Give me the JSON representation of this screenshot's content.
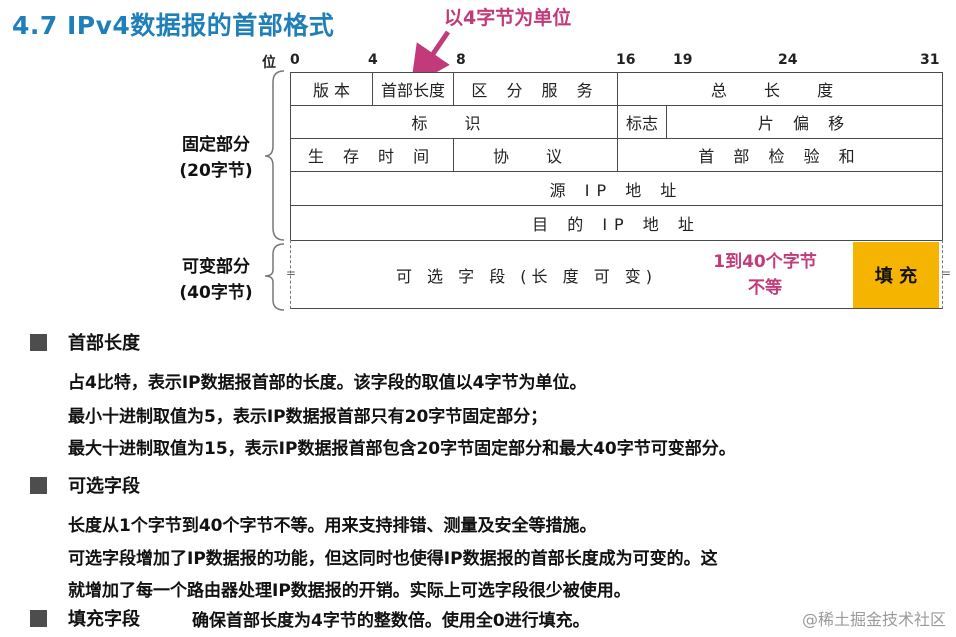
{
  "title": "4.7 IPv4数据报的首部格式",
  "callout": "以4字节为单位",
  "bit_axis": {
    "unit": "位",
    "marks": [
      "0",
      "4",
      "8",
      "16",
      "19",
      "24",
      "31"
    ]
  },
  "header_rows": {
    "row1": [
      "版 本",
      "首部长度",
      "区 分 服 务",
      "总 长 度"
    ],
    "row2": [
      "标 识",
      "标志",
      "片 偏 移"
    ],
    "row3": [
      "生 存 时 间",
      "协 议",
      "首 部 检 验 和"
    ],
    "row4": "源 IP 地 址",
    "row5": "目 的 IP 地 址",
    "row6": {
      "options": "可 选 字 段 (长 度 可 变)",
      "padding": "填 充"
    }
  },
  "side_labels": {
    "fixed": [
      "固定部分",
      "(20字节)"
    ],
    "variable": [
      "可变部分",
      "(40字节)"
    ]
  },
  "options_note": [
    "1到40个字节",
    "不等"
  ],
  "sections": [
    {
      "heading": "首部长度",
      "lines": [
        "占4比特，表示IP数据报首部的长度。该字段的取值以4字节为单位。",
        "最小十进制取值为5，表示IP数据报首部只有20字节固定部分；",
        "最大十进制取值为15，表示IP数据报首部包含20字节固定部分和最大40字节可变部分。"
      ]
    },
    {
      "heading": "可选字段",
      "lines": [
        "长度从1个字节到40个字节不等。用来支持排错、测量及安全等措施。",
        "可选字段增加了IP数据报的功能，但这同时也使得IP数据报的首部长度成为可变的。这",
        "就增加了每一个路由器处理IP数据报的开销。实际上可选字段很少被使用。"
      ]
    },
    {
      "heading": "填充字段",
      "text": "确保首部长度为4字节的整数倍。使用全0进行填充。"
    }
  ],
  "watermark": "@稀土掘金技术社区",
  "colors": {
    "title": "#1f7fb8",
    "callout": "#c23a79",
    "padding_fill": "#f5b400",
    "bullet": "#4d4d4d"
  }
}
